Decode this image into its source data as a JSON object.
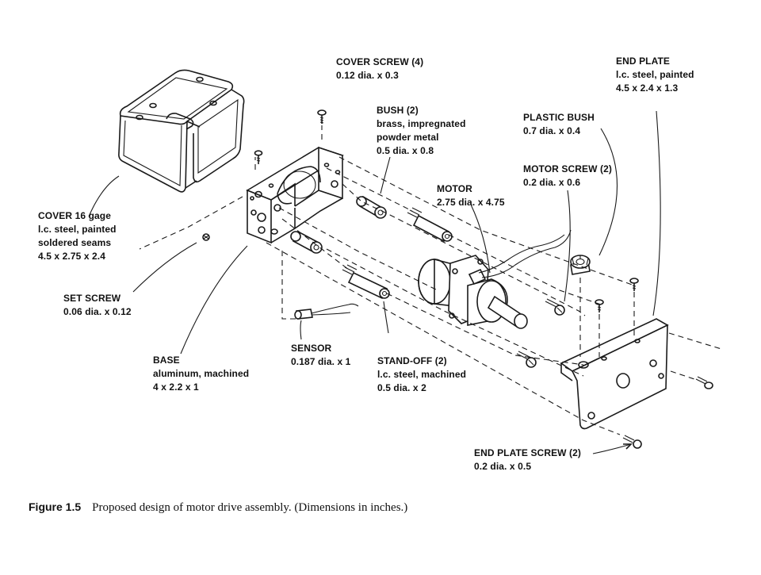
{
  "figure": {
    "number": "Figure 1.5",
    "caption": "Proposed design of motor drive assembly. (Dimensions in inches.)"
  },
  "labels": {
    "cover_screw": [
      "COVER SCREW (4)",
      "0.12 dia. x 0.3"
    ],
    "end_plate": [
      "END PLATE",
      "l.c. steel, painted",
      "4.5 x 2.4 x 1.3"
    ],
    "bush": [
      "BUSH (2)",
      "brass, impregnated",
      "powder metal",
      "0.5 dia. x 0.8"
    ],
    "plastic_bush": [
      "PLASTIC BUSH",
      "0.7 dia. x 0.4"
    ],
    "motor_screw": [
      "MOTOR SCREW (2)",
      "0.2 dia. x 0.6"
    ],
    "motor": [
      "MOTOR",
      "2.75 dia. x 4.75"
    ],
    "cover": [
      "COVER 16 gage",
      "l.c. steel, painted",
      "soldered seams",
      "4.5 x 2.75 x 2.4"
    ],
    "set_screw": [
      "SET SCREW",
      "0.06 dia. x 0.12"
    ],
    "base": [
      "BASE",
      "aluminum, machined",
      "4 x 2.2 x 1"
    ],
    "sensor": [
      "SENSOR",
      "0.187 dia. x 1"
    ],
    "stand_off": [
      "STAND-OFF (2)",
      "l.c. steel, machined",
      "0.5 dia. x 2"
    ],
    "end_plate_screw": [
      "END PLATE SCREW (2)",
      "0.2 dia. x 0.5"
    ]
  }
}
